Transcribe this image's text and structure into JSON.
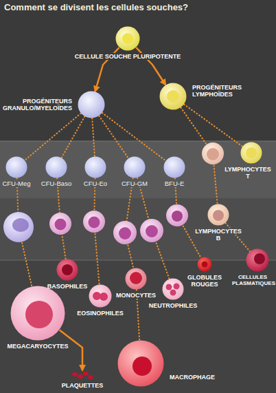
{
  "diagram": {
    "title": "Comment se divisent les cellules souches?",
    "nodes": [
      {
        "text": [
          "CELLULE SOUCHE PLURIPOTENTE"
        ]
      },
      {
        "text": [
          "PROGÉNITEURS GRANULO/MYELOÏDES"
        ]
      },
      {
        "text": [
          "PROGÉNITEURS LYMPHOÏDES"
        ]
      },
      {
        "text": [
          "CFU-Meg"
        ]
      },
      {
        "text": [
          "CFU-Baso"
        ]
      },
      {
        "text": [
          "CFU-Eo"
        ]
      },
      {
        "text": [
          "CFU-GM"
        ]
      },
      {
        "text": [
          "BFU-E"
        ]
      },
      {
        "text": [
          "LYMPHOCYTES T"
        ]
      },
      {
        "text": [
          "LYMPHOCYTES B"
        ]
      },
      {
        "text": [
          "BASOPHILES"
        ]
      },
      {
        "text": [
          "EOSINOPHILES"
        ]
      },
      {
        "text": [
          "MONOCYTES"
        ]
      },
      {
        "text": [
          "NEUTROPHILES"
        ]
      },
      {
        "text": [
          "GLOBULES ROUGES"
        ]
      },
      {
        "text": [
          "CELLULES PLASMATIQUES"
        ]
      },
      {
        "text": [
          "MEGACARYOCYTES"
        ]
      },
      {
        "text": [
          "PLAQUETTES"
        ]
      },
      {
        "text": [
          "MACROPHAGE"
        ]
      }
    ],
    "edges": [
      {
        "from": 0,
        "to": 1,
        "arrow": "to"
      },
      {
        "from": 0,
        "to": 2,
        "arrow": "to"
      },
      {
        "from": 1,
        "to": 3,
        "arrow": "none"
      },
      {
        "from": 1,
        "to": 4,
        "arrow": "none"
      },
      {
        "from": 1,
        "to": 5,
        "arrow": "none"
      },
      {
        "from": 1,
        "to": 6,
        "arrow": "none"
      },
      {
        "from": 1,
        "to": 7,
        "arrow": "none"
      },
      {
        "from": 2,
        "to": 8,
        "arrow": "none"
      },
      {
        "from": 2,
        "to": 9,
        "arrow": "none"
      },
      {
        "from": 3,
        "to": 16,
        "arrow": "none"
      },
      {
        "from": 4,
        "to": 10,
        "arrow": "none"
      },
      {
        "from": 5,
        "to": 11,
        "arrow": "none"
      },
      {
        "from": 6,
        "to": 12,
        "arrow": "none"
      },
      {
        "from": 6,
        "to": 13,
        "arrow": "none"
      },
      {
        "from": 7,
        "to": 14,
        "arrow": "none"
      },
      {
        "from": 9,
        "to": 15,
        "arrow": "none"
      },
      {
        "from": 16,
        "to": 17,
        "arrow": "to"
      },
      {
        "from": 12,
        "to": 18,
        "arrow": "none"
      }
    ]
  }
}
